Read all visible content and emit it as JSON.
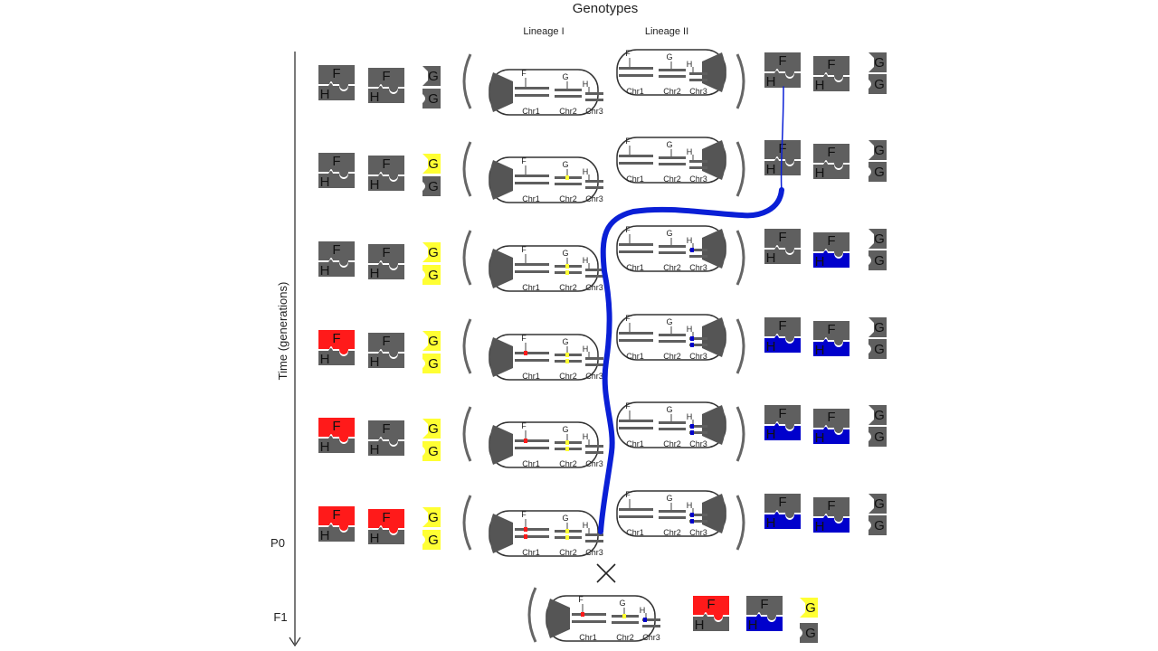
{
  "header": {
    "title": "Genotypes",
    "lineage_left": "Lineage I",
    "lineage_right": "Lineage II"
  },
  "axis": {
    "label": "Time (generations)",
    "p0": "P0",
    "f1": "F1"
  },
  "chrom_labels": [
    "Chr1",
    "Chr2",
    "Chr3"
  ],
  "loci": [
    "F",
    "G",
    "H"
  ],
  "colors": {
    "gray": "#5f5f5f",
    "red": "#ff1a1a",
    "yellow": "#ffff33",
    "blue": "#0000cc",
    "river": "#0a1fd6"
  },
  "rows": [
    {
      "left": {
        "f1": "gray",
        "f2": "gray",
        "g1": "gray",
        "g2": "gray"
      },
      "chrL": {
        "f": 0,
        "g": 0
      },
      "chrR": {
        "h": 0
      },
      "right": {
        "f1": "gray",
        "f2": "gray",
        "g1": "gray",
        "g2": "gray"
      }
    },
    {
      "left": {
        "f1": "gray",
        "f2": "gray",
        "g1": "yellow",
        "g2": "gray"
      },
      "chrL": {
        "f": 0,
        "g": 1
      },
      "chrR": {
        "h": 0
      },
      "right": {
        "f1": "gray",
        "f2": "gray",
        "g1": "gray",
        "g2": "gray"
      }
    },
    {
      "left": {
        "f1": "gray",
        "f2": "gray",
        "g1": "yellow",
        "g2": "yellow"
      },
      "chrL": {
        "f": 0,
        "g": 2
      },
      "chrR": {
        "h": 1
      },
      "right": {
        "f1": "gray",
        "f2": "blue",
        "g1": "gray",
        "g2": "gray"
      }
    },
    {
      "left": {
        "f1": "red",
        "f2": "gray",
        "g1": "yellow",
        "g2": "yellow"
      },
      "chrL": {
        "f": 1,
        "g": 2
      },
      "chrR": {
        "h": 2
      },
      "right": {
        "f1": "blue",
        "f2": "blue",
        "g1": "gray",
        "g2": "gray"
      }
    },
    {
      "left": {
        "f1": "red",
        "f2": "gray",
        "g1": "yellow",
        "g2": "yellow"
      },
      "chrL": {
        "f": 1,
        "g": 2
      },
      "chrR": {
        "h": 2
      },
      "right": {
        "f1": "blue",
        "f2": "blue",
        "g1": "gray",
        "g2": "gray"
      }
    },
    {
      "left": {
        "f1": "red",
        "f2": "red",
        "g1": "yellow",
        "g2": "yellow"
      },
      "chrL": {
        "f": 2,
        "g": 2
      },
      "chrR": {
        "h": 2
      },
      "right": {
        "f1": "blue",
        "f2": "blue",
        "g1": "gray",
        "g2": "gray"
      }
    }
  ],
  "hybrid": {
    "chr": {
      "f": 1,
      "g": 1,
      "h": 1
    },
    "pieces": {
      "f1": "red",
      "f2": "blue",
      "g1": "yellow",
      "g2": "gray"
    }
  }
}
